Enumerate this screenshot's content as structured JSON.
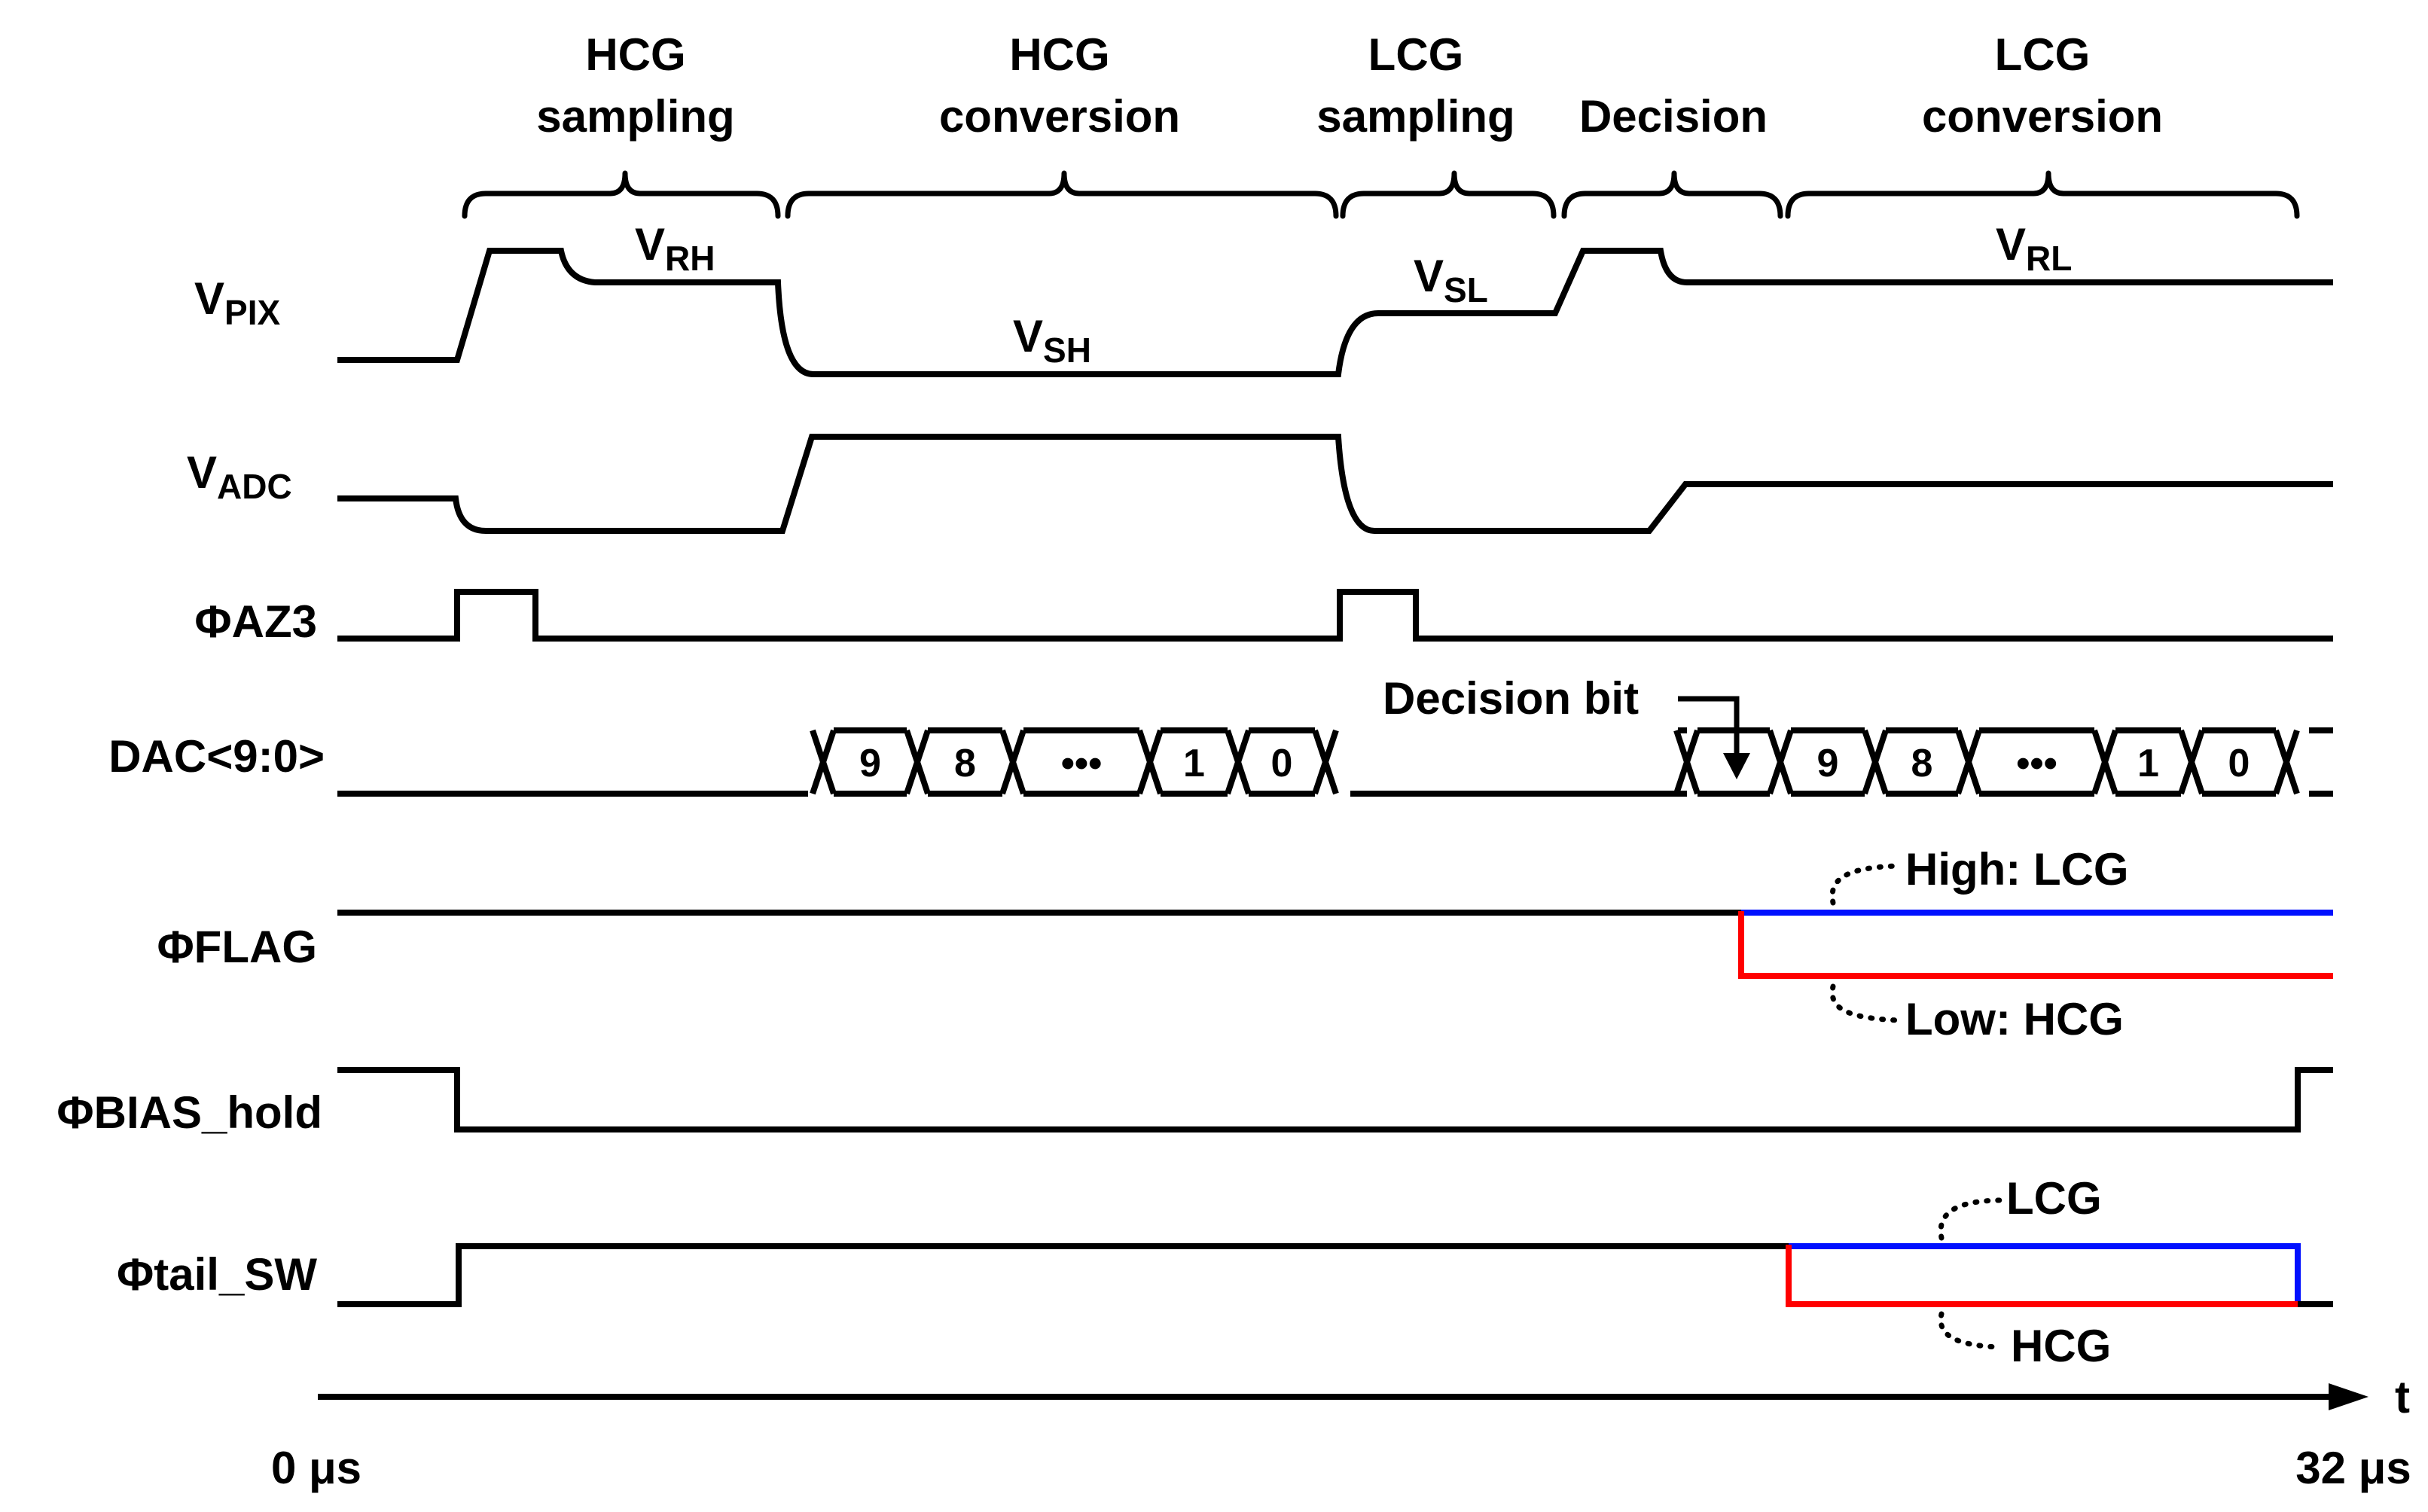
{
  "phases": [
    {
      "line1": "HCG",
      "line2": "sampling"
    },
    {
      "line1": "HCG",
      "line2": "conversion"
    },
    {
      "line1": "LCG",
      "line2": "sampling"
    },
    {
      "line1": "",
      "line2": "Decision"
    },
    {
      "line1": "LCG",
      "line2": "conversion"
    }
  ],
  "signals": {
    "vpix": {
      "base": "V",
      "sub": "PIX"
    },
    "vadc": {
      "base": "V",
      "sub": "ADC"
    },
    "az3": "ΦAZ3",
    "dac": "DAC<9:0>",
    "flag": "ΦFLAG",
    "bias": "ΦBIAS_hold",
    "tail": "Φtail_SW"
  },
  "levels": {
    "vrh": {
      "base": "V",
      "sub": "RH"
    },
    "vsh": {
      "base": "V",
      "sub": "SH"
    },
    "vsl": {
      "base": "V",
      "sub": "SL"
    },
    "vrl": {
      "base": "V",
      "sub": "RL"
    }
  },
  "dac_bits": [
    "9",
    "8",
    "•••",
    "1",
    "0"
  ],
  "decision_bit_label": "Decision bit",
  "flag_states": {
    "high": "High: LCG",
    "low": "Low: HCG"
  },
  "tail_states": {
    "high": "LCG",
    "low": "HCG"
  },
  "axis": {
    "var": "t",
    "start": "0 μs",
    "end": "32 μs"
  },
  "colors": {
    "high_path": "#0010ff",
    "low_path": "#ff0000",
    "ink": "#000000"
  }
}
